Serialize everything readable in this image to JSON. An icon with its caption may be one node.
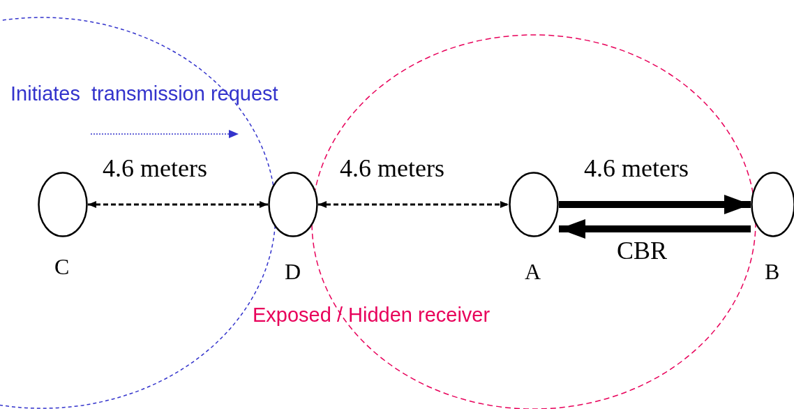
{
  "diagram": {
    "nodes": [
      {
        "text": [],
        "shape": "circle",
        "beside": [
          "C"
        ]
      },
      {
        "text": [],
        "shape": "circle",
        "beside": [
          "D"
        ]
      },
      {
        "text": [],
        "shape": "circle",
        "beside": [
          "A"
        ]
      },
      {
        "text": [],
        "shape": "circle",
        "beside": [
          "B"
        ]
      }
    ],
    "edges": [
      {
        "from": 0,
        "to": 1,
        "arrow": "both",
        "label": "4.6 meters",
        "style": "dashed"
      },
      {
        "from": 1,
        "to": 2,
        "arrow": "both",
        "label": "4.6 meters",
        "style": "dashed"
      },
      {
        "from": 2,
        "to": 3,
        "arrow": "to",
        "label": "4.6 meters",
        "style": "thick"
      },
      {
        "from": 3,
        "to": 2,
        "arrow": "to",
        "label": "CBR",
        "style": "thick"
      }
    ],
    "labels": [
      "Initiates  transmission request",
      "Exposed / Hidden receiver"
    ]
  }
}
